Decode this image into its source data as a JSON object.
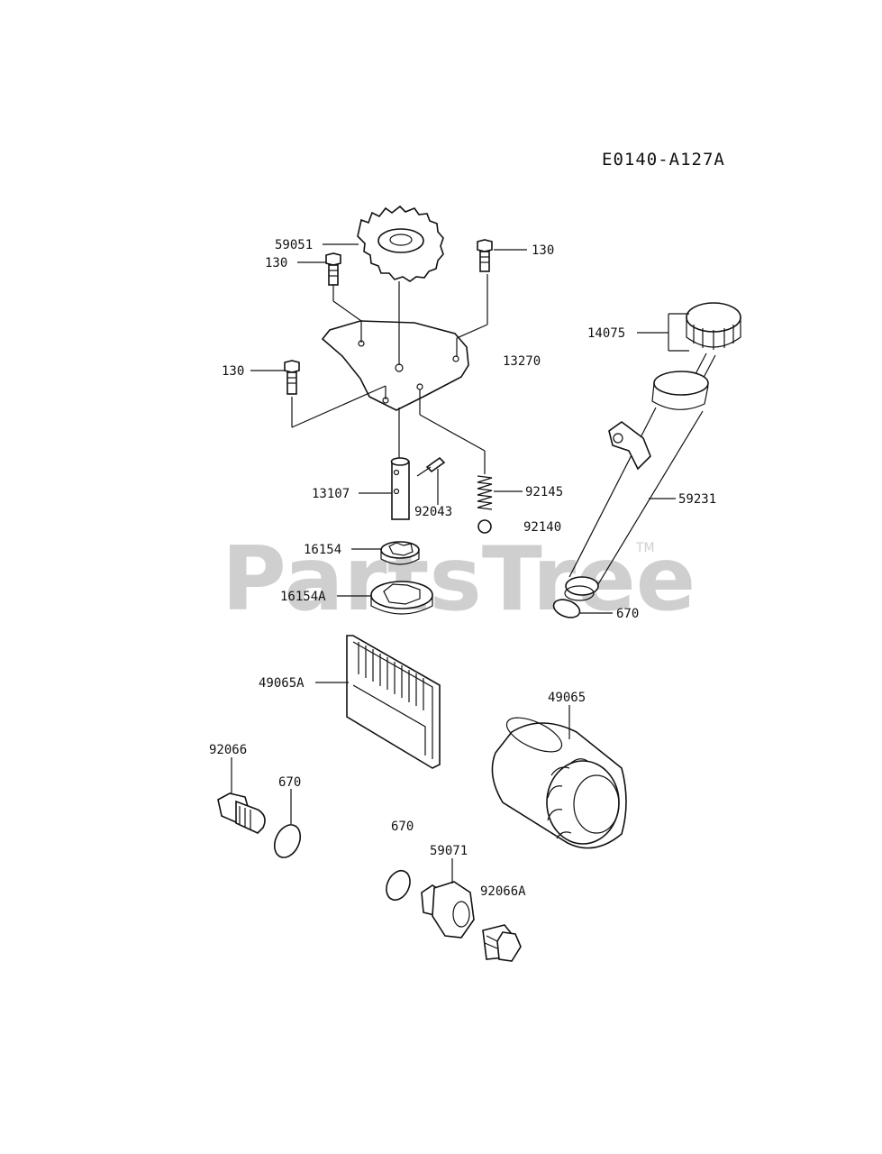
{
  "diagram_code": "E0140-A127A",
  "watermark": {
    "text": "PartsTree",
    "trademark": "TM"
  },
  "labels": {
    "l59051": "59051",
    "l130_a": "130",
    "l130_b": "130",
    "l130_c": "130",
    "l13270": "13270",
    "l14075": "14075",
    "l13107": "13107",
    "l92043": "92043",
    "l92145": "92145",
    "l92140": "92140",
    "l59231": "59231",
    "l16154": "16154",
    "l16154A": "16154A",
    "l670_a": "670",
    "l49065A": "49065A",
    "l49065": "49065",
    "l92066": "92066",
    "l670_b": "670",
    "l670_c": "670",
    "l59071": "59071",
    "l92066A": "92066A"
  }
}
